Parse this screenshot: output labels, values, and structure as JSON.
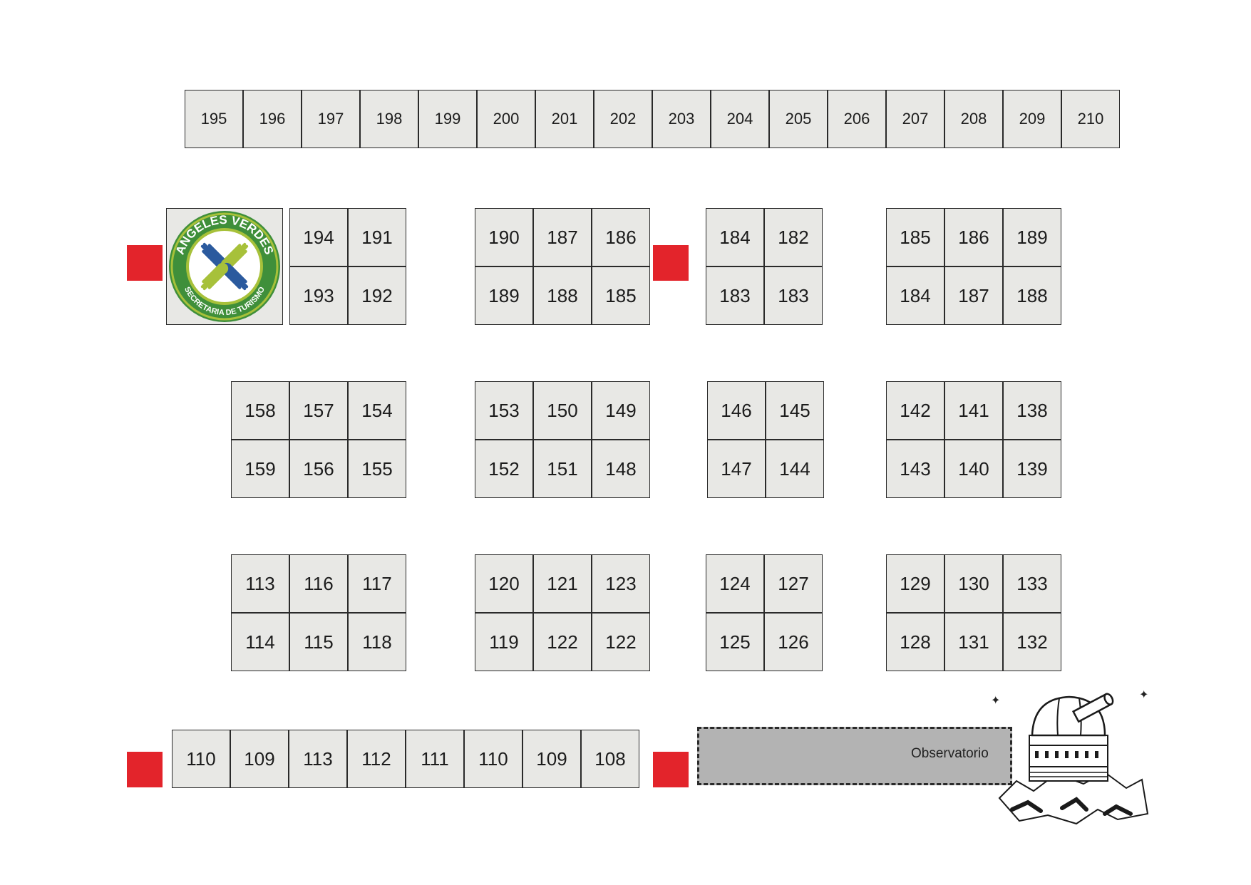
{
  "top_row": [
    "195",
    "196",
    "197",
    "198",
    "199",
    "200",
    "201",
    "202",
    "203",
    "204",
    "205",
    "206",
    "207",
    "208",
    "209",
    "210"
  ],
  "logo": {
    "name": "ANGELES VERDES",
    "subtitle": "SECRETARIA DE TURISMO",
    "colors": {
      "green": "#4b9b3f",
      "lime": "#a7c13a",
      "blue": "#2b5a9e",
      "ring": "#3f8f3a"
    }
  },
  "row1": {
    "block_a": [
      [
        "194",
        "191"
      ],
      [
        "193",
        "192"
      ]
    ],
    "block_b": [
      [
        "190",
        "187",
        "186"
      ],
      [
        "189",
        "188",
        "185"
      ]
    ],
    "block_c": [
      [
        "184",
        "182"
      ],
      [
        "183",
        "183"
      ]
    ],
    "block_d": [
      [
        "185",
        "186",
        "189"
      ],
      [
        "184",
        "187",
        "188"
      ]
    ]
  },
  "row2": {
    "block_a": [
      [
        "158",
        "157",
        "154"
      ],
      [
        "159",
        "156",
        "155"
      ]
    ],
    "block_b": [
      [
        "153",
        "150",
        "149"
      ],
      [
        "152",
        "151",
        "148"
      ]
    ],
    "block_c": [
      [
        "146",
        "145"
      ],
      [
        "147",
        "144"
      ]
    ],
    "block_d": [
      [
        "142",
        "141",
        "138"
      ],
      [
        "143",
        "140",
        "139"
      ]
    ]
  },
  "row3": {
    "block_a": [
      [
        "113",
        "116",
        "117"
      ],
      [
        "114",
        "115",
        "118"
      ]
    ],
    "block_b": [
      [
        "120",
        "121",
        "123"
      ],
      [
        "119",
        "122",
        "122"
      ]
    ],
    "block_c": [
      [
        "124",
        "127"
      ],
      [
        "125",
        "126"
      ]
    ],
    "block_d": [
      [
        "129",
        "130",
        "133"
      ],
      [
        "128",
        "131",
        "132"
      ]
    ]
  },
  "bottom_row": [
    "110",
    "109",
    "113",
    "112",
    "111",
    "110",
    "109",
    "108"
  ],
  "observatory": {
    "label": "Observatorio"
  },
  "colors": {
    "marker": "#e3242b",
    "stall_fill": "#e8e8e5",
    "observatory_fill": "#b3b3b3"
  }
}
